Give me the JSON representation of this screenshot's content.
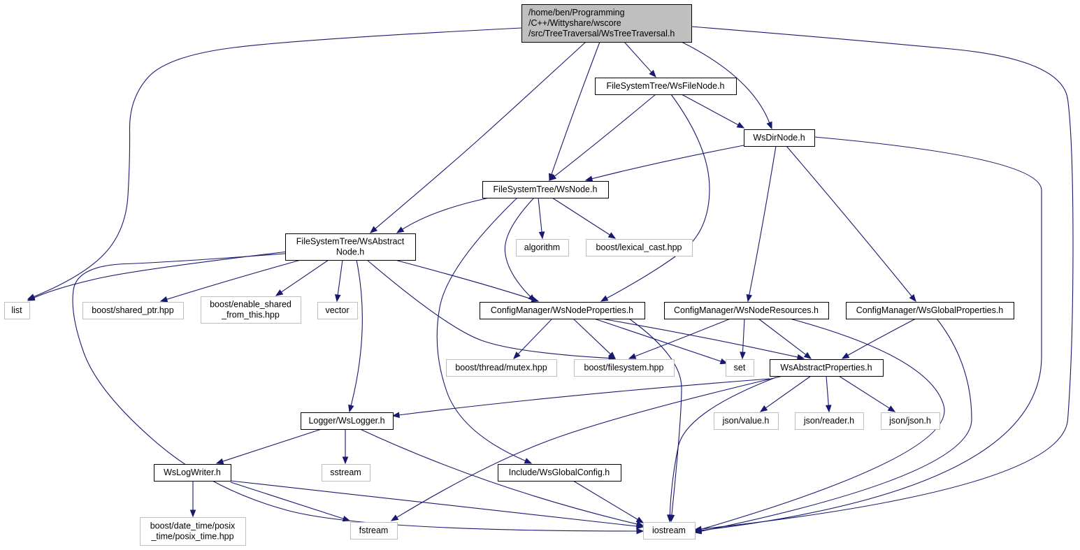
{
  "colors": {
    "edge": "#191970",
    "focus_fill": "#bfbfbf",
    "focus_border": "#000000",
    "local_border": "#000000",
    "external_border": "#bfbfbf",
    "text": "#000000",
    "background": "#ffffff"
  },
  "nodes": [
    {
      "id": "root",
      "lines": [
        "/home/ben/Programming",
        "/C++/Wittyshare/wscore",
        "/src/TreeTraversal/WsTreeTraversal.h"
      ],
      "kind": "focus"
    },
    {
      "id": "wsfilenode",
      "lines": [
        "FileSystemTree/WsFileNode.h"
      ],
      "kind": "local"
    },
    {
      "id": "wsdirnode",
      "lines": [
        "WsDirNode.h"
      ],
      "kind": "local"
    },
    {
      "id": "wsnode",
      "lines": [
        "FileSystemTree/WsNode.h"
      ],
      "kind": "local"
    },
    {
      "id": "wsabstractnode",
      "lines": [
        "FileSystemTree/WsAbstract",
        "Node.h"
      ],
      "kind": "local"
    },
    {
      "id": "algorithm",
      "lines": [
        "algorithm"
      ],
      "kind": "external"
    },
    {
      "id": "lexical_cast",
      "lines": [
        "boost/lexical_cast.hpp"
      ],
      "kind": "external"
    },
    {
      "id": "list",
      "lines": [
        "list"
      ],
      "kind": "external"
    },
    {
      "id": "shared_ptr",
      "lines": [
        "boost/shared_ptr.hpp"
      ],
      "kind": "external"
    },
    {
      "id": "enable_shared",
      "lines": [
        "boost/enable_shared",
        "_from_this.hpp"
      ],
      "kind": "external"
    },
    {
      "id": "vector",
      "lines": [
        "vector"
      ],
      "kind": "external"
    },
    {
      "id": "wsnodeproperties",
      "lines": [
        "ConfigManager/WsNodeProperties.h"
      ],
      "kind": "local"
    },
    {
      "id": "wsnoderesources",
      "lines": [
        "ConfigManager/WsNodeResources.h"
      ],
      "kind": "local"
    },
    {
      "id": "wsglobalproperties",
      "lines": [
        "ConfigManager/WsGlobalProperties.h"
      ],
      "kind": "local"
    },
    {
      "id": "mutex",
      "lines": [
        "boost/thread/mutex.hpp"
      ],
      "kind": "external"
    },
    {
      "id": "filesystem",
      "lines": [
        "boost/filesystem.hpp"
      ],
      "kind": "external"
    },
    {
      "id": "set",
      "lines": [
        "set"
      ],
      "kind": "external"
    },
    {
      "id": "wsabstractproperties",
      "lines": [
        "WsAbstractProperties.h"
      ],
      "kind": "local"
    },
    {
      "id": "wslogger",
      "lines": [
        "Logger/WsLogger.h"
      ],
      "kind": "local"
    },
    {
      "id": "json_value",
      "lines": [
        "json/value.h"
      ],
      "kind": "external"
    },
    {
      "id": "json_reader",
      "lines": [
        "json/reader.h"
      ],
      "kind": "external"
    },
    {
      "id": "json_json",
      "lines": [
        "json/json.h"
      ],
      "kind": "external"
    },
    {
      "id": "sstream",
      "lines": [
        "sstream"
      ],
      "kind": "external"
    },
    {
      "id": "wslogwriter",
      "lines": [
        "WsLogWriter.h"
      ],
      "kind": "local"
    },
    {
      "id": "wsglobalconfig",
      "lines": [
        "Include/WsGlobalConfig.h"
      ],
      "kind": "local"
    },
    {
      "id": "posix_time",
      "lines": [
        "boost/date_time/posix",
        "_time/posix_time.hpp"
      ],
      "kind": "external"
    },
    {
      "id": "fstream",
      "lines": [
        "fstream"
      ],
      "kind": "external"
    },
    {
      "id": "iostream",
      "lines": [
        "iostream"
      ],
      "kind": "external"
    }
  ],
  "edges": [
    [
      "root",
      "list"
    ],
    [
      "root",
      "wsabstractnode"
    ],
    [
      "root",
      "wsnode"
    ],
    [
      "root",
      "wsfilenode"
    ],
    [
      "root",
      "wsdirnode"
    ],
    [
      "root",
      "iostream"
    ],
    [
      "wsfilenode",
      "wsnode"
    ],
    [
      "wsfilenode",
      "wsnodeproperties"
    ],
    [
      "wsfilenode",
      "wsdirnode"
    ],
    [
      "wsdirnode",
      "wsnode"
    ],
    [
      "wsdirnode",
      "wsnoderesources"
    ],
    [
      "wsdirnode",
      "wsglobalproperties"
    ],
    [
      "wsdirnode",
      "iostream"
    ],
    [
      "wsnode",
      "wsabstractnode"
    ],
    [
      "wsnode",
      "algorithm"
    ],
    [
      "wsnode",
      "lexical_cast"
    ],
    [
      "wsnode",
      "wsnodeproperties"
    ],
    [
      "wsnode",
      "wsglobalconfig"
    ],
    [
      "wsabstractnode",
      "list"
    ],
    [
      "wsabstractnode",
      "shared_ptr"
    ],
    [
      "wsabstractnode",
      "enable_shared"
    ],
    [
      "wsabstractnode",
      "vector"
    ],
    [
      "wsabstractnode",
      "wsnodeproperties"
    ],
    [
      "wsabstractnode",
      "filesystem"
    ],
    [
      "wsabstractnode",
      "wslogger"
    ],
    [
      "wsabstractnode",
      "iostream"
    ],
    [
      "wsnodeproperties",
      "mutex"
    ],
    [
      "wsnodeproperties",
      "filesystem"
    ],
    [
      "wsnodeproperties",
      "set"
    ],
    [
      "wsnodeproperties",
      "wsabstractproperties"
    ],
    [
      "wsnodeproperties",
      "iostream"
    ],
    [
      "wsnoderesources",
      "filesystem"
    ],
    [
      "wsnoderesources",
      "set"
    ],
    [
      "wsnoderesources",
      "wsabstractproperties"
    ],
    [
      "wsnoderesources",
      "iostream"
    ],
    [
      "wsglobalproperties",
      "wsabstractproperties"
    ],
    [
      "wsglobalproperties",
      "iostream"
    ],
    [
      "wsabstractproperties",
      "wslogger"
    ],
    [
      "wsabstractproperties",
      "json_value"
    ],
    [
      "wsabstractproperties",
      "json_reader"
    ],
    [
      "wsabstractproperties",
      "json_json"
    ],
    [
      "wsabstractproperties",
      "fstream"
    ],
    [
      "wsabstractproperties",
      "iostream"
    ],
    [
      "wslogger",
      "wslogwriter"
    ],
    [
      "wslogger",
      "sstream"
    ],
    [
      "wslogger",
      "iostream"
    ],
    [
      "wslogwriter",
      "posix_time"
    ],
    [
      "wslogwriter",
      "fstream"
    ],
    [
      "wslogwriter",
      "iostream"
    ],
    [
      "wsglobalconfig",
      "iostream"
    ]
  ]
}
